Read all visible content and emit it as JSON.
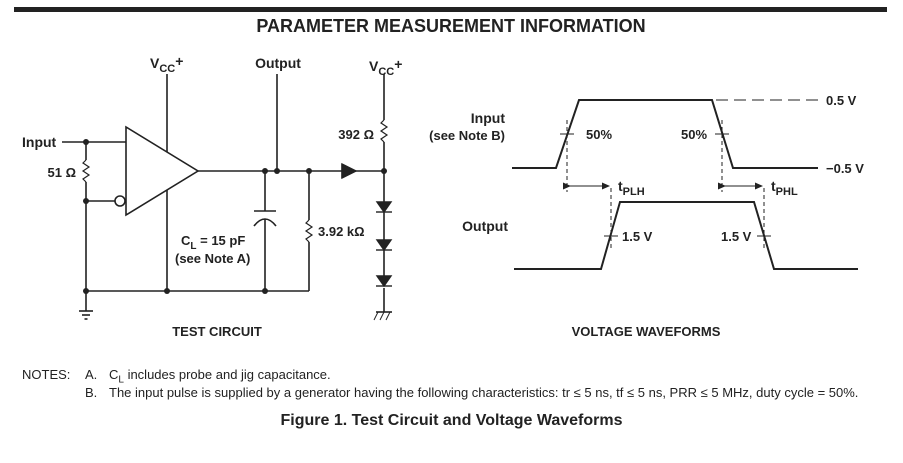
{
  "header": {
    "title": "PARAMETER MEASUREMENT INFORMATION"
  },
  "circuit": {
    "caption": "TEST CIRCUIT",
    "input_label": "Input",
    "r_in": "51 Ω",
    "vcc_left_main": "V",
    "vcc_left_sub": "CC",
    "vcc_left_plus": "+",
    "vcc_right_main": "V",
    "vcc_right_sub": "CC",
    "vcc_right_plus": "+",
    "output_label": "Output",
    "r_pullup": "392 Ω",
    "r_load": "3.92 kΩ",
    "cl_main": "C",
    "cl_sub": "L",
    "cl_value": " = 15 pF",
    "cl_note": "(see Note A)"
  },
  "waveforms": {
    "caption": "VOLTAGE WAVEFORMS",
    "input_label": "Input",
    "input_note": "(see Note B)",
    "level_high": "0.5 V",
    "level_low": "−0.5 V",
    "pct_left": "50%",
    "pct_right": "50%",
    "tplh_main": "t",
    "tplh_sub": "PLH",
    "tphl_main": "t",
    "tphl_sub": "PHL",
    "output_label": "Output",
    "out_left": "1.5 V",
    "out_right": "1.5 V"
  },
  "notes": {
    "label": "NOTES:",
    "a_letter": "A.",
    "a_sym": "C",
    "a_sub": "L",
    "a_text": " includes probe and jig capacitance.",
    "b_letter": "B.",
    "b_text": "The input pulse is supplied by a generator having the following characteristics: tr ≤ 5 ns, tf ≤ 5 ns, PRR ≤ 5 MHz, duty cycle = 50%."
  },
  "figure_caption": "Figure 1. Test Circuit and Voltage Waveforms"
}
